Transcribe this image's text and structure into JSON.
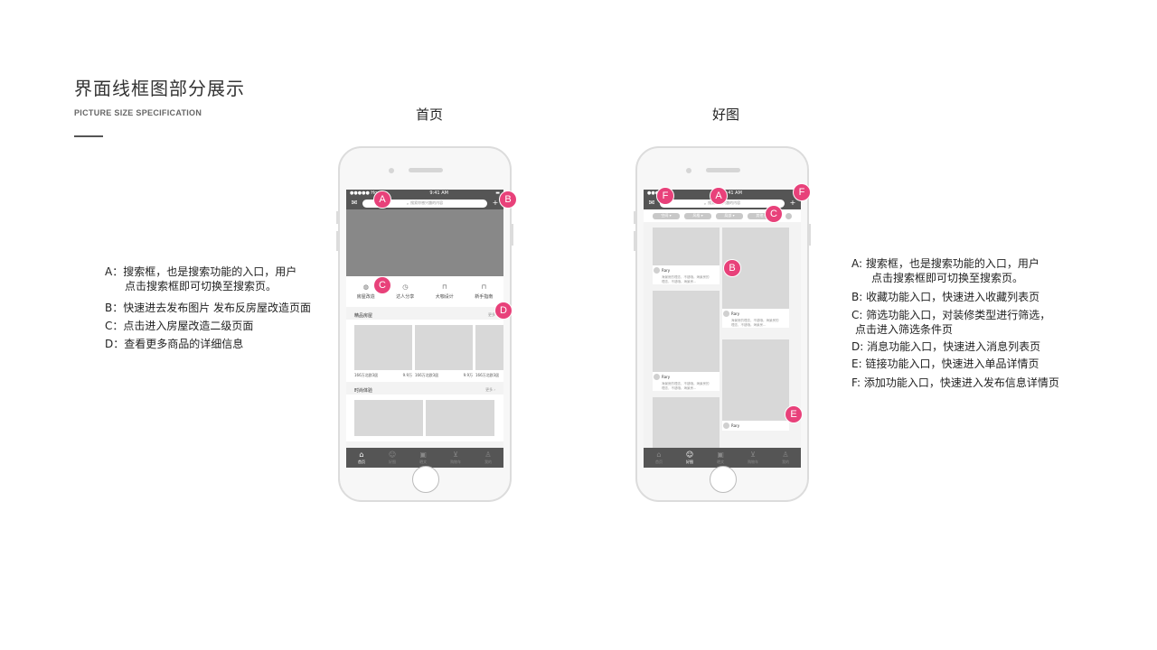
{
  "header": {
    "title": "界面线框图部分展示",
    "subtitle": "PICTURE SIZE SPECIFICATION"
  },
  "home_screen": {
    "caption": "首页",
    "status": {
      "carrier": "●●●●● Hooli",
      "time": "9:41 AM"
    },
    "search_placeholder": "搜索你感兴趣的内容",
    "quick_items": [
      "房屋改造",
      "达人分享",
      "大咖设计",
      "新手指南"
    ],
    "section1": {
      "title": "精品房屋",
      "more": "更多"
    },
    "houses": [
      {
        "name": "166万北欧3居",
        "price": "9.9万"
      },
      {
        "name": "166万北欧3居",
        "price": "9.9万"
      },
      {
        "name": "166万北欧3居",
        "price": ""
      }
    ],
    "section2": {
      "title": "时尚体验",
      "more": "更多 ›"
    },
    "tabs": [
      "首页",
      "好图",
      "晒文",
      "购物车",
      "我的"
    ]
  },
  "good_screen": {
    "caption": "好图",
    "status": {
      "carrier": "●●●●○ ᯤ",
      "time": "9:41 AM"
    },
    "search_placeholder": "搜索你感兴趣的内容",
    "filters": [
      "空间 ▾",
      "风格 ▾",
      "局部 ▾",
      "其他 ▾"
    ],
    "author": "Rary",
    "desc": "海景房的理念，不错哦。海景房的理念，不错哦。海景房...",
    "tabs": [
      "首页",
      "好图",
      "晒文",
      "购物车",
      "我的"
    ]
  },
  "legend_left": [
    {
      "text": "A：搜索框，也是搜索功能的入口，用户",
      "indent": false
    },
    {
      "text": "点击搜索框即可切换至搜索页。",
      "indent": true
    },
    {
      "text": "B：快速进去发布图片   发布反房屋改造页面",
      "indent": false
    },
    {
      "text": "C：点击进入房屋改造二级页面",
      "indent": false
    },
    {
      "text": "D：查看更多商品的详细信息",
      "indent": false
    }
  ],
  "legend_right": [
    {
      "text": "A:  搜索框，也是搜索功能的入口，用户",
      "indent": false
    },
    {
      "text": "点击搜索框即可切换至搜索页。",
      "indent": true
    },
    {
      "text": "B:  收藏功能入口，快速进入收藏列表页",
      "indent": false
    },
    {
      "text": "C:  筛选功能入口，对装修类型进行筛选，",
      "indent": false
    },
    {
      "text": "点击进入筛选条件页",
      "indent": true
    },
    {
      "text": "D:  消息功能入口，快速进入消息列表页",
      "indent": false
    },
    {
      "text": "E:  链接功能入口，快速进入单品详情页",
      "indent": false
    },
    {
      "text": "F:  添加功能入口，快速进入发布信息详情页",
      "indent": false
    }
  ],
  "markers": {
    "a": "A",
    "b": "B",
    "c": "C",
    "d": "D",
    "e": "E",
    "f": "F"
  },
  "colors": {
    "marker": "#e8417a",
    "bar": "#555555",
    "placeholder": "#d8d8d8"
  }
}
